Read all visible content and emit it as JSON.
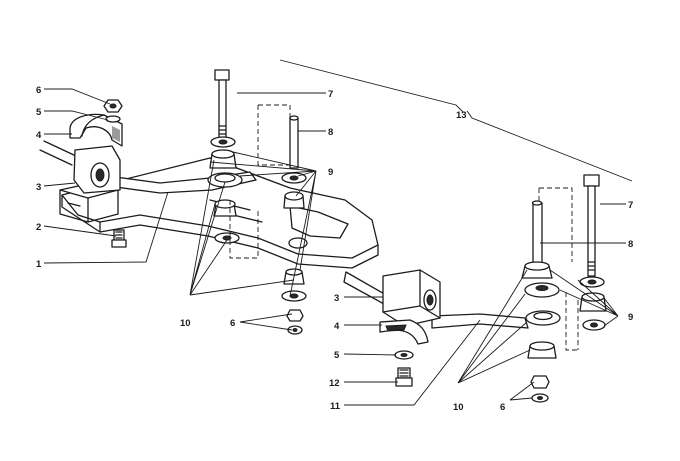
{
  "labels": {
    "l1": "1",
    "l2": "2",
    "l3a": "3",
    "l4a": "4",
    "l5a": "5",
    "l6a": "6",
    "l7a": "7",
    "l8a": "8",
    "l9a": "9",
    "l10a": "10",
    "l6b": "6",
    "l13": "13",
    "l7b": "7",
    "l8b": "8",
    "l9b": "9",
    "l3b": "3",
    "l4b": "4",
    "l5b": "5",
    "l12": "12",
    "l11": "11",
    "l10b": "10",
    "l6c": "6"
  }
}
